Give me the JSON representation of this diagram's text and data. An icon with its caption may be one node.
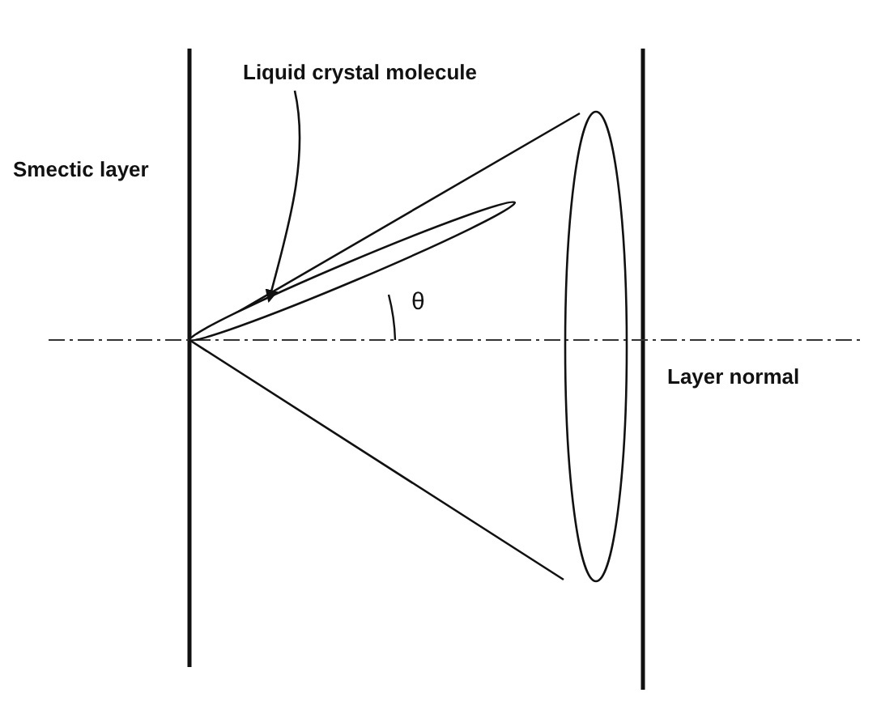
{
  "diagram": {
    "nodes": [
      {
        "text": [
          "Liquid crystal molecule"
        ]
      },
      {
        "text": [],
        "shape": "ellipse"
      }
    ],
    "edges": [
      {
        "from": 0,
        "to": 1,
        "arrow": "to"
      }
    ],
    "labels": [
      "Smectic layer",
      "θ",
      "Layer normal"
    ]
  }
}
